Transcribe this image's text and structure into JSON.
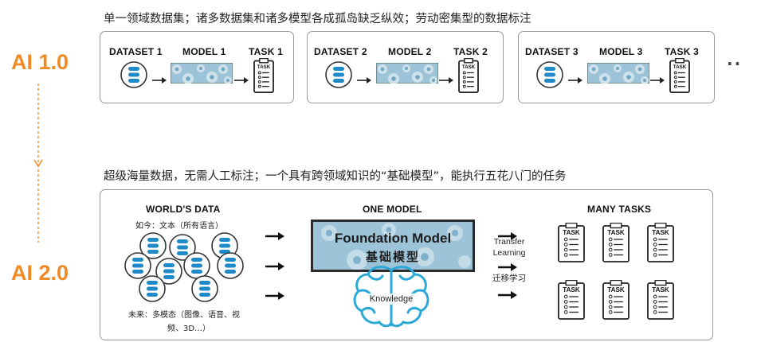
{
  "ai1": {
    "label": "AI 1.0",
    "caption": "单一领域数据集；诸多数据集和诸多模型各成孤岛缺乏纵效；劳动密集型的数据标注",
    "groups": [
      {
        "dataset": "DATASET 1",
        "model": "MODEL 1",
        "task": "TASK 1"
      },
      {
        "dataset": "DATASET 2",
        "model": "MODEL 2",
        "task": "TASK 2"
      },
      {
        "dataset": "DATASET 3",
        "model": "MODEL 3",
        "task": "TASK 3"
      }
    ],
    "more": "··"
  },
  "ai2": {
    "label": "AI 2.0",
    "caption": "超级海量数据，无需人工标注；一个具有跨领域知识的“基础模型”，能执行五花八门的任务",
    "worlds_data_title": "WORLD'S DATA",
    "now_label": "如今：文本（所有语言）",
    "future_label_line1": "未来：多模态（图像、语音、视",
    "future_label_line2": "频、3D…）",
    "one_model_title": "ONE MODEL",
    "foundation_en": "Foundation Model",
    "foundation_cn": "基础模型",
    "knowledge": "Knowledge",
    "transfer_line1": "Transfer",
    "transfer_line2": "Learning",
    "transfer_cn": "迁移学习",
    "many_tasks_title": "MANY TASKS",
    "task_icon_text": "TASK"
  },
  "colors": {
    "accent_orange": "#F08A24",
    "icon_blue": "#1f8ac8",
    "model_blue": "#9cc3d8",
    "brain_blue": "#2aa8d8"
  }
}
